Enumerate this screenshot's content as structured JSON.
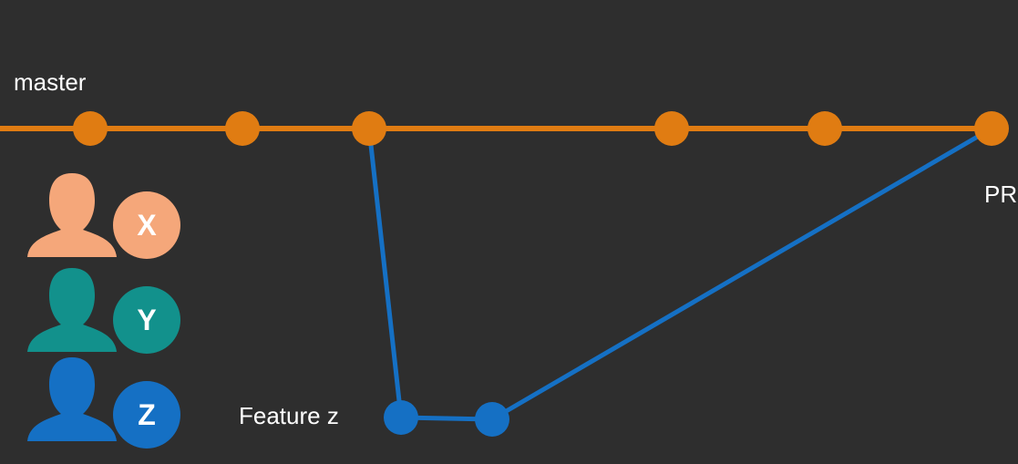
{
  "colors": {
    "background": "#2e2e2e",
    "master": "#e07c12",
    "feature": "#1570c4",
    "user_x": "#f5a77a",
    "user_y": "#12918c",
    "user_z": "#1570c4"
  },
  "labels": {
    "master": "master",
    "feature": "Feature z",
    "pr": "PR"
  },
  "users": [
    {
      "letter": "X",
      "color": "#f5a77a",
      "icon": "person-icon"
    },
    {
      "letter": "Y",
      "color": "#12918c",
      "icon": "person-icon"
    },
    {
      "letter": "Z",
      "color": "#1570c4",
      "icon": "person-icon"
    }
  ]
}
